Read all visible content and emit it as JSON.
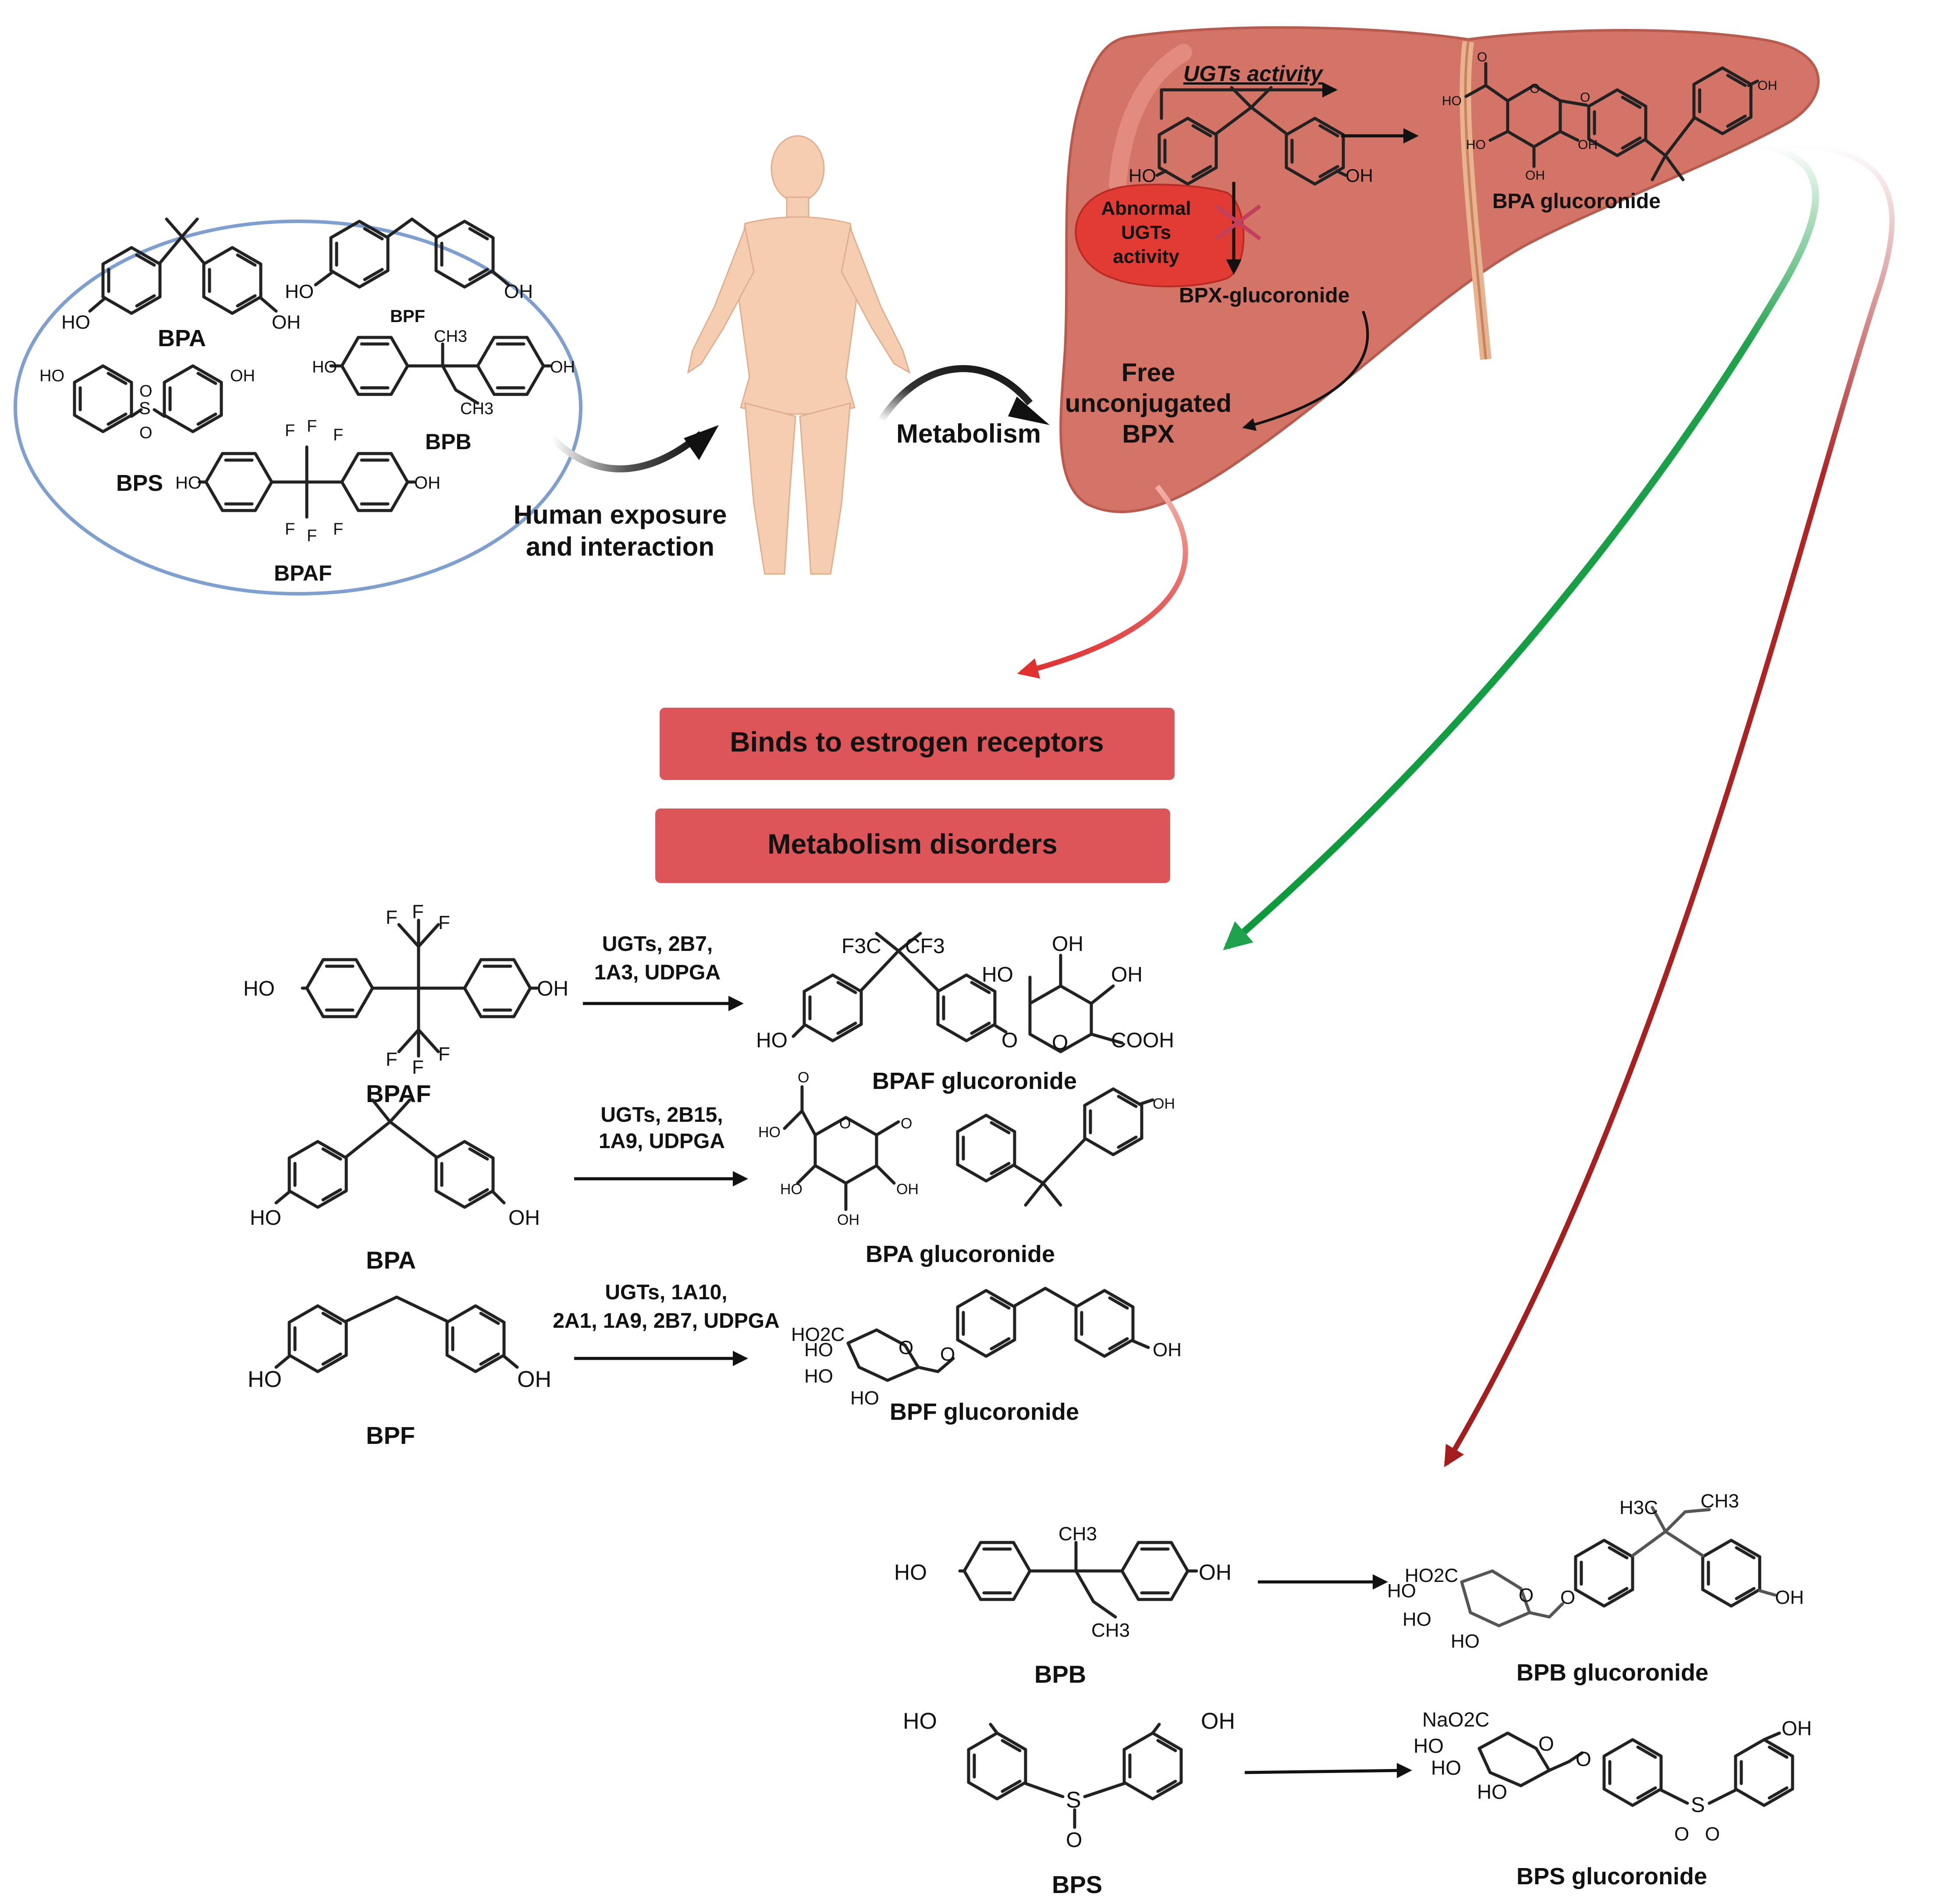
{
  "colors": {
    "liver": "#d47467",
    "liver_dark": "#b95a4f",
    "bar": "#dd5558",
    "ellipse_stroke": "#7e9fcf",
    "green_arrow": "#1ea24b",
    "red_arrow": "#a31d1d",
    "skin": "#f5cdb0",
    "abnormal_bubble": "#e23b33"
  },
  "exposure_panel": {
    "compounds": {
      "bpa": {
        "name": "BPA"
      },
      "bpf": {
        "name": "BPF"
      },
      "bpb": {
        "name": "BPB"
      },
      "bps": {
        "name": "BPS"
      },
      "bpaf": {
        "name": "BPAF"
      }
    },
    "arrow_label_line1": "Human exposure",
    "arrow_label_line2": "and interaction"
  },
  "metabolism_label": "Metabolism",
  "liver": {
    "ugt_activity": "UGTs activity",
    "bpa_glucoronide": "BPA glucoronide",
    "abnormal_line1": "Abnormal",
    "abnormal_line2": "UGTs",
    "abnormal_line3": "activity",
    "bpx_glucoronide": "BPX-glucoronide",
    "free_line1": "Free",
    "free_line2": "unconjugated",
    "free_line3": "BPX"
  },
  "effects": {
    "bar1": "Binds to estrogen receptors",
    "bar2": "Metabolism disorders"
  },
  "reactions": {
    "bpaf": {
      "enzymes_line1": "UGTs, 2B7,",
      "enzymes_line2": "1A3, UDPGA",
      "substrate": "BPAF",
      "product": "BPAF glucoronide"
    },
    "bpa": {
      "enzymes_line1": "UGTs, 2B15,",
      "enzymes_line2": "1A9, UDPGA",
      "substrate": "BPA",
      "product": "BPA glucoronide"
    },
    "bpf": {
      "enzymes_line1": "UGTs, 1A10,",
      "enzymes_line2": "2A1, 1A9, 2B7, UDPGA",
      "substrate": "BPF",
      "product": "BPF glucoronide"
    },
    "bpb": {
      "substrate": "BPB",
      "product": "BPB glucoronide"
    },
    "bps": {
      "substrate": "BPS",
      "product": "BPS glucoronide"
    }
  },
  "chem_text": {
    "ho": "HO",
    "oh": "OH",
    "o": "O",
    "s": "S",
    "f": "F",
    "ch3": "CH3",
    "f3c": "F3C",
    "cf3": "CF3",
    "cooh": "COOH",
    "ho2c": "HO2C",
    "nao2c": "NaO2C",
    "h3c": "H3C"
  }
}
